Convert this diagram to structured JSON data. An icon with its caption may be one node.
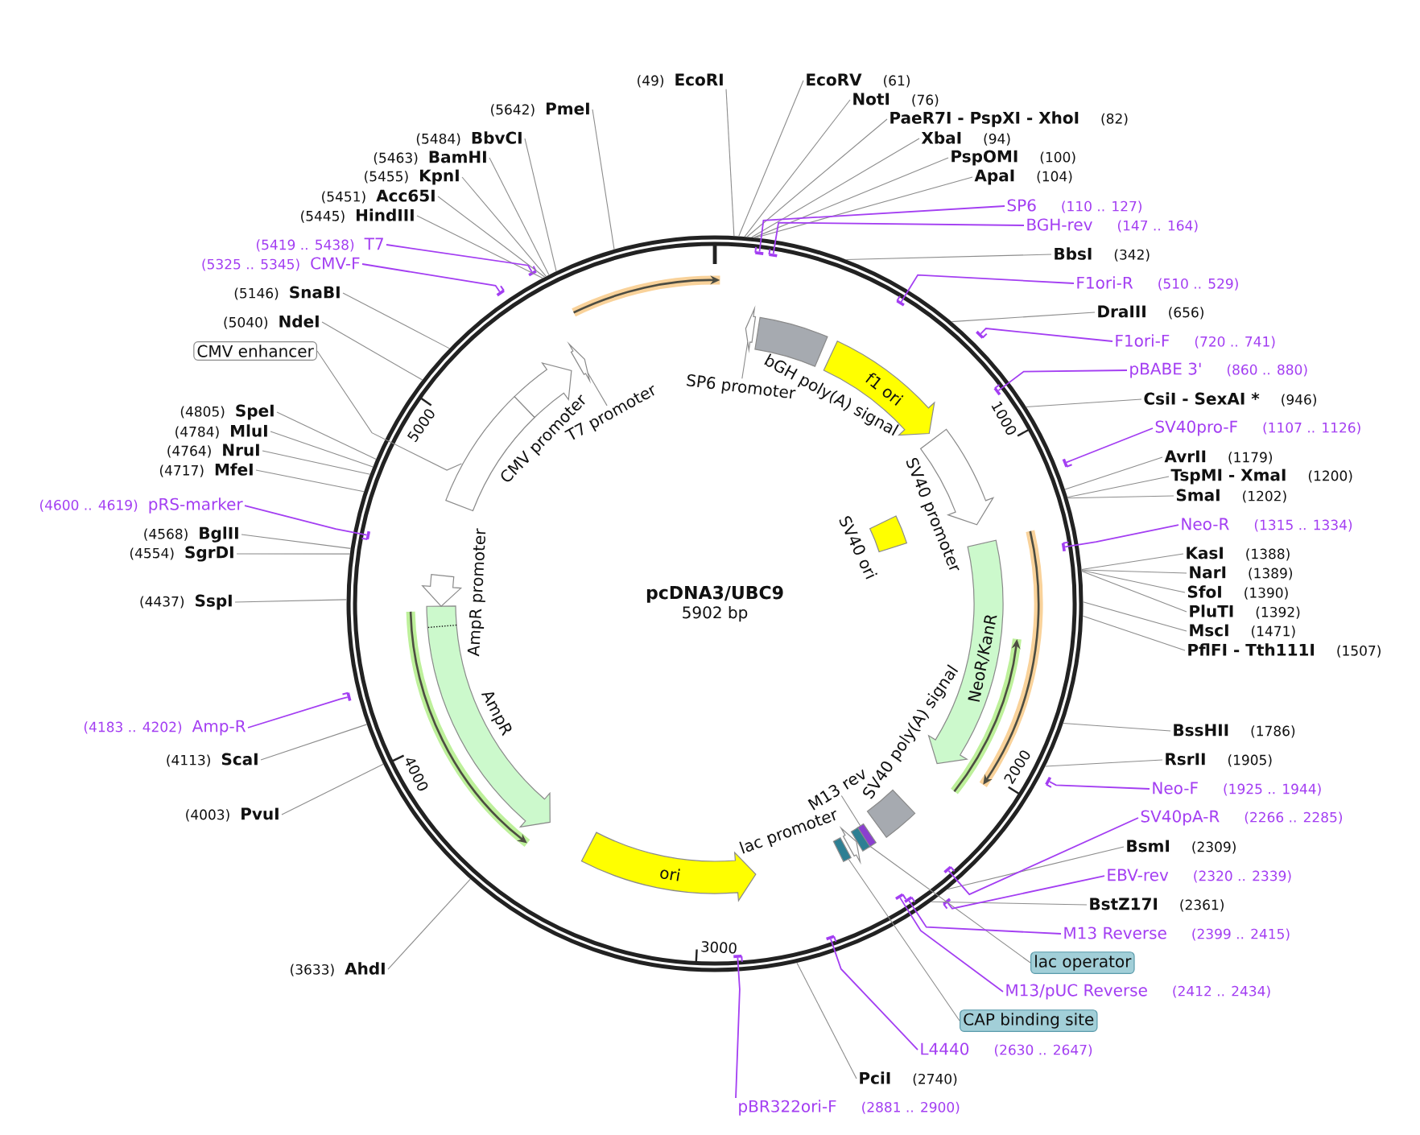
{
  "diagram": {
    "nodes": [
      {
        "text": [
          "pcDNA3/UBC9",
          "5902 bp"
        ]
      },
      {
        "text": [],
        "shape": "arrow",
        "in": 0
      },
      {
        "text": [],
        "shape": "box",
        "beside": [
          "bGH poly(A) signal"
        ],
        "in": 0
      },
      {
        "text": [
          "f1 ori"
        ],
        "in": 0
      },
      {
        "text": [],
        "shape": "arrow",
        "beside": [
          "SV40 promoter"
        ],
        "in": 0
      },
      {
        "text": [],
        "shape": "box",
        "beside": [
          "SV40 ori"
        ],
        "in": 0
      },
      {
        "text": [
          "NeoR/KanR"
        ],
        "in": 0
      },
      {
        "text": [],
        "shape": "box",
        "beside": [
          "SV40 poly(A) signal"
        ],
        "in": 0
      },
      {
        "text": [],
        "shape": "box",
        "in": 0
      },
      {
        "text": [],
        "shape": "box",
        "in": 0
      },
      {
        "text": [],
        "shape": "arrow",
        "beside": [
          "lac promoter"
        ],
        "in": 0
      },
      {
        "text": [],
        "shape": "box",
        "in": 0
      },
      {
        "text": [
          "ori"
        ],
        "in": 0
      },
      {
        "text": [],
        "shape": "arrow",
        "beside": [
          "AmpR"
        ],
        "in": 0
      },
      {
        "text": [],
        "shape": "arrow",
        "beside": [
          "AmpR promoter"
        ],
        "in": 0
      },
      {
        "text": [],
        "shape": "box",
        "in": 0
      },
      {
        "text": [],
        "shape": "arrow",
        "beside": [
          "CMV promoter"
        ],
        "in": 0
      },
      {
        "text": [],
        "shape": "arrow",
        "in": 0
      },
      {
        "text": [
          "T7 promoter"
        ],
        "in": 0
      },
      {
        "text": [
          "SP6 promoter"
        ],
        "in": 0
      },
      {
        "text": [
          "M13 rev"
        ],
        "in": 0
      },
      {
        "text": [
          "CMV enhancer"
        ]
      },
      {
        "text": [
          "lac operator"
        ]
      },
      {
        "text": [
          "CAP binding site"
        ]
      },
      {
        "text": [
          "(49)",
          "EcoRI"
        ]
      },
      {
        "text": [
          "(5642)",
          "PmeI"
        ]
      },
      {
        "text": [
          "(5484)",
          "BbvCI"
        ]
      },
      {
        "text": [
          "(5463)",
          "BamHI"
        ]
      },
      {
        "text": [
          "(5455)",
          "KpnI"
        ]
      },
      {
        "text": [
          "(5451)",
          "Acc65I"
        ]
      },
      {
        "text": [
          "(5445)",
          "HindIII"
        ]
      },
      {
        "text": [
          "(5146)",
          "SnaBI"
        ]
      },
      {
        "text": [
          "(5040)",
          "NdeI"
        ]
      },
      {
        "text": [
          "(4805)",
          "SpeI"
        ]
      },
      {
        "text": [
          "(4784)",
          "MluI"
        ]
      },
      {
        "text": [
          "(4764)",
          "NruI"
        ]
      },
      {
        "text": [
          "(4717)",
          "MfeI"
        ]
      },
      {
        "text": [
          "(4568)",
          "BglII"
        ]
      },
      {
        "text": [
          "(4554)",
          "SgrDI"
        ]
      },
      {
        "text": [
          "(4437)",
          "SspI"
        ]
      },
      {
        "text": [
          "(4113)",
          "ScaI"
        ]
      },
      {
        "text": [
          "(4003)",
          "PvuI"
        ]
      },
      {
        "text": [
          "(3633)",
          "AhdI"
        ]
      },
      {
        "text": [
          "EcoRV",
          "(61)"
        ]
      },
      {
        "text": [
          "NotI",
          "(76)"
        ]
      },
      {
        "text": [
          "PaeR7I - PspXI - XhoI",
          "(82)"
        ]
      },
      {
        "text": [
          "XbaI",
          "(94)"
        ]
      },
      {
        "text": [
          "PspOMI",
          "(100)"
        ]
      },
      {
        "text": [
          "ApaI",
          "(104)"
        ]
      },
      {
        "text": [
          "BbsI",
          "(342)"
        ]
      },
      {
        "text": [
          "DraIII",
          "(656)"
        ]
      },
      {
        "text": [
          "CsiI - SexAI *",
          "(946)"
        ]
      },
      {
        "text": [
          "AvrII",
          "(1179)"
        ]
      },
      {
        "text": [
          "TspMI - XmaI",
          "(1200)"
        ]
      },
      {
        "text": [
          "SmaI",
          "(1202)"
        ]
      },
      {
        "text": [
          "KasI",
          "(1388)"
        ]
      },
      {
        "text": [
          "NarI",
          "(1389)"
        ]
      },
      {
        "text": [
          "SfoI",
          "(1390)"
        ]
      },
      {
        "text": [
          "PluTI",
          "(1392)"
        ]
      },
      {
        "text": [
          "MscI",
          "(1471)"
        ]
      },
      {
        "text": [
          "PflFI - Tth111I",
          "(1507)"
        ]
      },
      {
        "text": [
          "BssHII",
          "(1786)"
        ]
      },
      {
        "text": [
          "RsrII",
          "(1905)"
        ]
      },
      {
        "text": [
          "BsmI",
          "(2309)"
        ]
      },
      {
        "text": [
          "BstZ17I",
          "(2361)"
        ]
      },
      {
        "text": [
          "PciI",
          "(2740)"
        ]
      },
      {
        "text": [
          "(5419 .. 5438)",
          "T7"
        ]
      },
      {
        "text": [
          "(5325 .. 5345)",
          "CMV-F"
        ]
      },
      {
        "text": [
          "(4600 .. 4619)",
          "pRS-marker"
        ]
      },
      {
        "text": [
          "(4183 .. 4202)",
          "Amp-R"
        ]
      },
      {
        "text": [
          "SP6",
          "(110 .. 127)"
        ]
      },
      {
        "text": [
          "BGH-rev",
          "(147 .. 164)"
        ]
      },
      {
        "text": [
          "F1ori-R",
          "(510 .. 529)"
        ]
      },
      {
        "text": [
          "F1ori-F",
          "(720 .. 741)"
        ]
      },
      {
        "text": [
          "pBABE 3'",
          "(860 .. 880)"
        ]
      },
      {
        "text": [
          "SV40pro-F",
          "(1107 .. 1126)"
        ]
      },
      {
        "text": [
          "Neo-R",
          "(1315 .. 1334)"
        ]
      },
      {
        "text": [
          "Neo-F",
          "(1925 .. 1944)"
        ]
      },
      {
        "text": [
          "SV40pA-R",
          "(2266 .. 2285)"
        ]
      },
      {
        "text": [
          "EBV-rev",
          "(2320 .. 2339)"
        ]
      },
      {
        "text": [
          "M13 Reverse",
          "(2399 .. 2415)"
        ]
      },
      {
        "text": [
          "M13/pUC Reverse",
          "(2412 .. 2434)"
        ]
      },
      {
        "text": [
          "L4440",
          "(2630 .. 2647)"
        ]
      },
      {
        "text": [
          "pBR322ori-F",
          "(2881 .. 2900)"
        ]
      },
      {
        "text": [],
        "shape": "bar"
      },
      {
        "text": [],
        "shape": "bar"
      },
      {
        "text": [],
        "shape": "bar",
        "in": 0
      },
      {
        "text": [],
        "shape": "bar"
      },
      {
        "text": [],
        "shape": "bar",
        "in": 0
      },
      {
        "text": [],
        "shape": "bar",
        "in": 0
      },
      {
        "text": [],
        "shape": "bar",
        "in": 0
      },
      {
        "text": [],
        "shape": "bar"
      },
      {
        "text": [],
        "shape": "bar",
        "in": 0
      },
      {
        "text": [],
        "shape": "bar"
      },
      {
        "text": [],
        "shape": "bar",
        "in": 0
      },
      {
        "text": [],
        "shape": "bar"
      },
      {
        "text": [],
        "shape": "bar",
        "in": 0
      },
      {
        "text": [],
        "shape": "bar"
      },
      {
        "text": [],
        "shape": "bar",
        "in": 0
      },
      {
        "text": [],
        "shape": "bar",
        "in": 0
      },
      {
        "text": [],
        "shape": "bar",
        "in": 0
      },
      {
        "text": [],
        "shape": "bar",
        "in": 0
      }
    ],
    "edges": [
      {
        "from": 18,
        "to": 17,
        "arrow": "none"
      },
      {
        "from": 19,
        "to": 1,
        "arrow": "none"
      },
      {
        "from": 20,
        "to": 8,
        "arrow": "none"
      },
      {
        "from": 21,
        "to": 15,
        "arrow": "none"
      },
      {
        "from": 22,
        "to": 9,
        "arrow": "none"
      },
      {
        "from": 23,
        "to": 11,
        "arrow": "none"
      },
      {
        "from": 24,
        "to": 0,
        "arrow": "none"
      },
      {
        "from": 25,
        "to": 0,
        "arrow": "none"
      },
      {
        "from": 26,
        "to": 0,
        "arrow": "none"
      },
      {
        "from": 27,
        "to": 0,
        "arrow": "none"
      },
      {
        "from": 28,
        "to": 0,
        "arrow": "none"
      },
      {
        "from": 29,
        "to": 0,
        "arrow": "none"
      },
      {
        "from": 30,
        "to": 0,
        "arrow": "none"
      },
      {
        "from": 31,
        "to": 0,
        "arrow": "none"
      },
      {
        "from": 32,
        "to": 0,
        "arrow": "none"
      },
      {
        "from": 33,
        "to": 0,
        "arrow": "none"
      },
      {
        "from": 34,
        "to": 0,
        "arrow": "none"
      },
      {
        "from": 35,
        "to": 0,
        "arrow": "none"
      },
      {
        "from": 36,
        "to": 0,
        "arrow": "none"
      },
      {
        "from": 37,
        "to": 0,
        "arrow": "none"
      },
      {
        "from": 38,
        "to": 0,
        "arrow": "none"
      },
      {
        "from": 39,
        "to": 0,
        "arrow": "none"
      },
      {
        "from": 40,
        "to": 0,
        "arrow": "none"
      },
      {
        "from": 41,
        "to": 0,
        "arrow": "none"
      },
      {
        "from": 42,
        "to": 0,
        "arrow": "none"
      },
      {
        "from": 43,
        "to": 0,
        "arrow": "none"
      },
      {
        "from": 44,
        "to": 0,
        "arrow": "none"
      },
      {
        "from": 45,
        "to": 0,
        "arrow": "none"
      },
      {
        "from": 46,
        "to": 0,
        "arrow": "none"
      },
      {
        "from": 47,
        "to": 0,
        "arrow": "none"
      },
      {
        "from": 48,
        "to": 0,
        "arrow": "none"
      },
      {
        "from": 49,
        "to": 0,
        "arrow": "none"
      },
      {
        "from": 50,
        "to": 0,
        "arrow": "none"
      },
      {
        "from": 51,
        "to": 0,
        "arrow": "none"
      },
      {
        "from": 52,
        "to": 0,
        "arrow": "none"
      },
      {
        "from": 53,
        "to": 0,
        "arrow": "none"
      },
      {
        "from": 54,
        "to": 0,
        "arrow": "none"
      },
      {
        "from": 55,
        "to": 0,
        "arrow": "none"
      },
      {
        "from": 56,
        "to": 0,
        "arrow": "none"
      },
      {
        "from": 57,
        "to": 0,
        "arrow": "none"
      },
      {
        "from": 58,
        "to": 0,
        "arrow": "none"
      },
      {
        "from": 59,
        "to": 0,
        "arrow": "none"
      },
      {
        "from": 60,
        "to": 0,
        "arrow": "none"
      },
      {
        "from": 61,
        "to": 0,
        "arrow": "none"
      },
      {
        "from": 62,
        "to": 0,
        "arrow": "none"
      },
      {
        "from": 63,
        "to": 0,
        "arrow": "none"
      },
      {
        "from": 64,
        "to": 0,
        "arrow": "none"
      },
      {
        "from": 65,
        "to": 0,
        "arrow": "none"
      },
      {
        "from": 66,
        "to": 84,
        "arrow": "none",
        "color": "#a33ef2"
      },
      {
        "from": 67,
        "to": 85,
        "arrow": "none",
        "color": "#a33ef2"
      },
      {
        "from": 68,
        "to": 86,
        "arrow": "none",
        "color": "#a33ef2"
      },
      {
        "from": 69,
        "to": 87,
        "arrow": "none",
        "color": "#a33ef2"
      },
      {
        "from": 70,
        "to": 88,
        "arrow": "none",
        "color": "#a33ef2"
      },
      {
        "from": 71,
        "to": 89,
        "arrow": "none",
        "color": "#a33ef2"
      },
      {
        "from": 72,
        "to": 90,
        "arrow": "none",
        "color": "#a33ef2"
      },
      {
        "from": 73,
        "to": 91,
        "arrow": "none",
        "color": "#a33ef2"
      },
      {
        "from": 74,
        "to": 92,
        "arrow": "none",
        "color": "#a33ef2"
      },
      {
        "from": 75,
        "to": 93,
        "arrow": "none",
        "color": "#a33ef2"
      },
      {
        "from": 76,
        "to": 94,
        "arrow": "none",
        "color": "#a33ef2"
      },
      {
        "from": 77,
        "to": 95,
        "arrow": "none",
        "color": "#a33ef2"
      },
      {
        "from": 78,
        "to": 96,
        "arrow": "none",
        "color": "#a33ef2"
      },
      {
        "from": 79,
        "to": 97,
        "arrow": "none",
        "color": "#a33ef2"
      },
      {
        "from": 80,
        "to": 98,
        "arrow": "none",
        "color": "#a33ef2"
      },
      {
        "from": 81,
        "to": 99,
        "arrow": "none",
        "color": "#a33ef2"
      },
      {
        "from": 82,
        "to": 100,
        "arrow": "none",
        "color": "#a33ef2"
      },
      {
        "from": 83,
        "to": 101,
        "arrow": "none",
        "color": "#a33ef2"
      }
    ],
    "labels": [
      "1000",
      "2000",
      "3000",
      "4000",
      "5000"
    ]
  }
}
